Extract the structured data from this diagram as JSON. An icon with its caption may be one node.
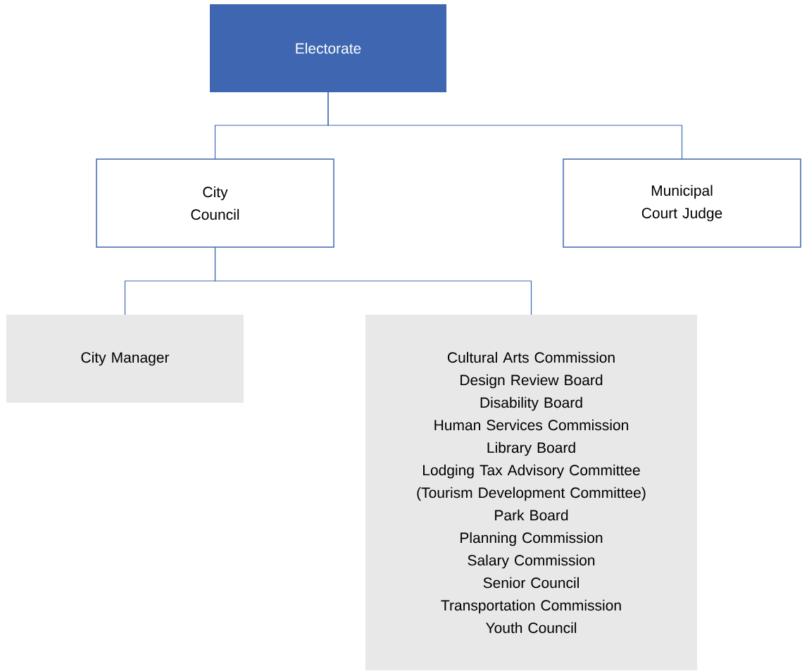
{
  "diagram": {
    "nodes": [
      {
        "text": [
          "Electorate"
        ]
      },
      {
        "text": [
          "City Council"
        ]
      },
      {
        "text": [
          "Municipal Court Judge"
        ]
      },
      {
        "text": [
          "City Manager"
        ]
      },
      {
        "text": [
          "Cultural Arts Commission",
          "Design Review Board",
          "Disability Board",
          "Human Services Commission",
          "Library Board",
          "Lodging Tax Advisory Committee (Tourism Development Committee)",
          "Park Board",
          "Planning Commission",
          "Salary Commission",
          "Senior Council",
          "Transportation Commission",
          "Youth Council"
        ]
      }
    ],
    "edges": [
      {
        "from": 0,
        "to": 1,
        "arrow": "none"
      },
      {
        "from": 0,
        "to": 2,
        "arrow": "none"
      },
      {
        "from": 1,
        "to": 3,
        "arrow": "none"
      },
      {
        "from": 1,
        "to": 4,
        "arrow": "none"
      }
    ]
  }
}
